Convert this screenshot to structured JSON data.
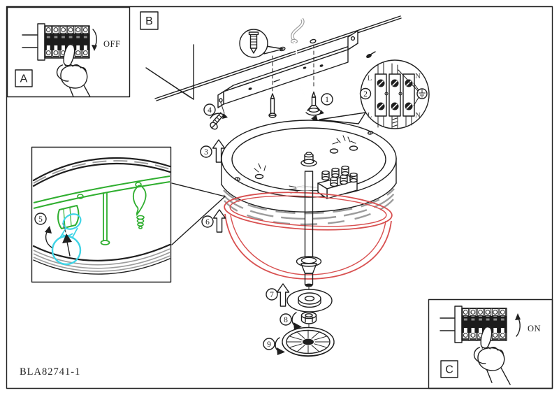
{
  "diagram": {
    "part_number": "BLA82741-1",
    "panel_a": {
      "label": "A",
      "state": "OFF"
    },
    "panel_b": {
      "label": "B"
    },
    "panel_c": {
      "label": "C",
      "state": "ON"
    },
    "steps": [
      "1",
      "2",
      "3",
      "4",
      "5",
      "6",
      "7",
      "8",
      "9"
    ],
    "terminal_block": {
      "top_left": "L",
      "top_right": "N",
      "bottom_left": "L",
      "bottom_right": "N"
    },
    "colors": {
      "line": "#1f1f1f",
      "highlight_green": "#2fae2f",
      "highlight_cyan": "#3fd4e6",
      "dome_red": "#d85050",
      "hatch_gray": "#9c9c9c",
      "label_gray": "#454545"
    }
  }
}
